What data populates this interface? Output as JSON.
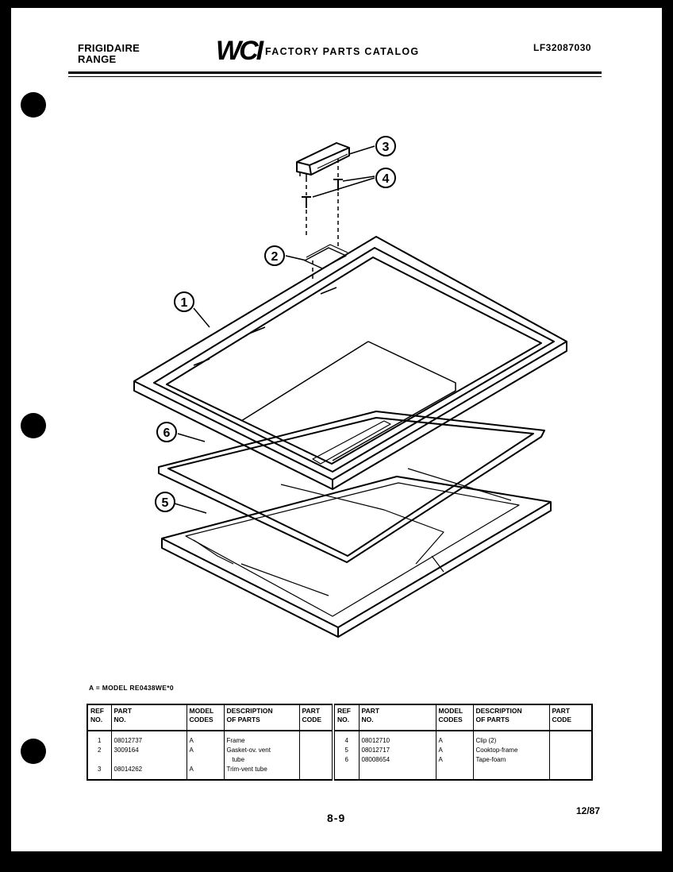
{
  "header": {
    "brand_line1": "FRIGIDAIRE",
    "brand_line2": "RANGE",
    "logo": "WCI",
    "catalog_title": "FACTORY PARTS CATALOG",
    "document_number": "LF32087030"
  },
  "diagram": {
    "callouts": [
      "1",
      "2",
      "3",
      "4",
      "5",
      "6"
    ]
  },
  "model_note": "A = MODEL RE0438WE*0",
  "parts_table": {
    "headers": [
      [
        "REF",
        "NO."
      ],
      [
        "PART",
        "NO."
      ],
      [
        "MODEL",
        "CODES"
      ],
      [
        "DESCRIPTION",
        "OF PARTS"
      ],
      [
        "PART",
        "CODE"
      ],
      [
        "REF",
        "NO."
      ],
      [
        "PART",
        "NO."
      ],
      [
        "MODEL",
        "CODES"
      ],
      [
        "DESCRIPTION",
        "OF PARTS"
      ],
      [
        "PART",
        "CODE"
      ]
    ],
    "rows": [
      [
        "1",
        "08012737",
        "A",
        "Frame",
        "",
        "4",
        "08012710",
        "A",
        "Clip (2)",
        ""
      ],
      [
        "2",
        "3009164",
        "A",
        "Gasket-ov. vent",
        "",
        "5",
        "08012717",
        "A",
        "Cooktop-frame",
        ""
      ],
      [
        "",
        "",
        "",
        "tube",
        "",
        "6",
        "08008654",
        "A",
        "Tape-foam",
        ""
      ],
      [
        "3",
        "08014262",
        "A",
        "Trim-vent tube",
        "",
        "",
        "",
        "",
        "",
        ""
      ]
    ]
  },
  "footer": {
    "page": "8-9",
    "date": "12/87"
  }
}
